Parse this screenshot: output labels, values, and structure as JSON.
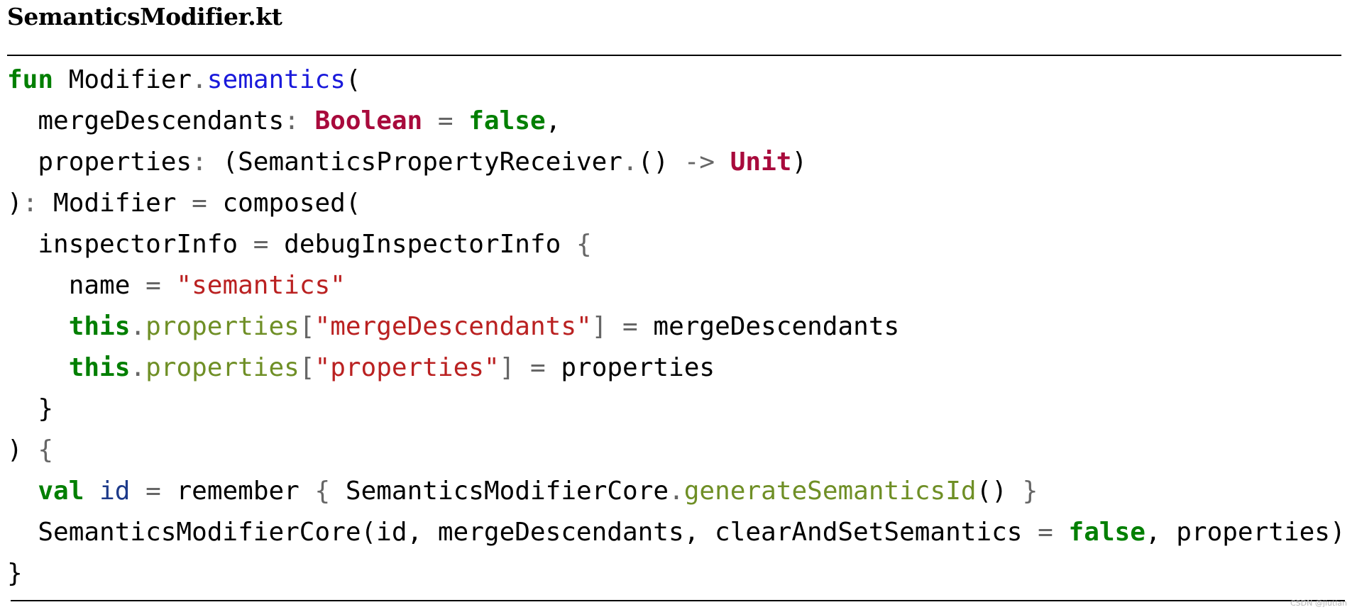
{
  "file": {
    "name": "SemanticsModifier.kt"
  },
  "code_lines": [
    [
      {
        "t": "fun",
        "s": "kw-green"
      },
      {
        "t": " Modifier",
        "s": ""
      },
      {
        "t": ".",
        "s": "op"
      },
      {
        "t": "semantics",
        "s": "fn-blue"
      },
      {
        "t": "(",
        "s": ""
      }
    ],
    [
      {
        "t": "  mergeDescendants",
        "s": ""
      },
      {
        "t": ": ",
        "s": "op"
      },
      {
        "t": "Boolean",
        "s": "kw-crimson"
      },
      {
        "t": " = ",
        "s": "op"
      },
      {
        "t": "false",
        "s": "kw-green"
      },
      {
        "t": ",",
        "s": ""
      }
    ],
    [
      {
        "t": "  properties",
        "s": ""
      },
      {
        "t": ": ",
        "s": "op"
      },
      {
        "t": "(SemanticsPropertyReceiver",
        "s": ""
      },
      {
        "t": ".",
        "s": "op"
      },
      {
        "t": "() ",
        "s": ""
      },
      {
        "t": "->",
        "s": "op"
      },
      {
        "t": " ",
        "s": ""
      },
      {
        "t": "Unit",
        "s": "kw-crimson"
      },
      {
        "t": ")",
        "s": ""
      }
    ],
    [
      {
        "t": ")",
        "s": ""
      },
      {
        "t": ": ",
        "s": "op"
      },
      {
        "t": "Modifier",
        "s": ""
      },
      {
        "t": " = ",
        "s": "op"
      },
      {
        "t": "composed(",
        "s": ""
      }
    ],
    [
      {
        "t": "  inspectorInfo",
        "s": ""
      },
      {
        "t": " = ",
        "s": "op"
      },
      {
        "t": "debugInspectorInfo ",
        "s": ""
      },
      {
        "t": "{",
        "s": "op"
      }
    ],
    [
      {
        "t": "    name",
        "s": ""
      },
      {
        "t": " = ",
        "s": "op"
      },
      {
        "t": "\"semantics\"",
        "s": "str-red"
      }
    ],
    [
      {
        "t": "    ",
        "s": ""
      },
      {
        "t": "this",
        "s": "kw-green"
      },
      {
        "t": ".",
        "s": "op"
      },
      {
        "t": "properties",
        "s": "olive"
      },
      {
        "t": "[",
        "s": "op"
      },
      {
        "t": "\"mergeDescendants\"",
        "s": "str-red"
      },
      {
        "t": "]",
        "s": "op"
      },
      {
        "t": " = ",
        "s": "op"
      },
      {
        "t": "mergeDescendants",
        "s": ""
      }
    ],
    [
      {
        "t": "    ",
        "s": ""
      },
      {
        "t": "this",
        "s": "kw-green"
      },
      {
        "t": ".",
        "s": "op"
      },
      {
        "t": "properties",
        "s": "olive"
      },
      {
        "t": "[",
        "s": "op"
      },
      {
        "t": "\"properties\"",
        "s": "str-red"
      },
      {
        "t": "]",
        "s": "op"
      },
      {
        "t": " = ",
        "s": "op"
      },
      {
        "t": "properties",
        "s": ""
      }
    ],
    [
      {
        "t": "  }",
        "s": ""
      }
    ],
    [
      {
        "t": ") ",
        "s": ""
      },
      {
        "t": "{",
        "s": "op"
      }
    ],
    [
      {
        "t": "  ",
        "s": ""
      },
      {
        "t": "val",
        "s": "kw-green"
      },
      {
        "t": " ",
        "s": ""
      },
      {
        "t": "id",
        "s": "id-navy"
      },
      {
        "t": " = ",
        "s": "op"
      },
      {
        "t": "remember ",
        "s": ""
      },
      {
        "t": "{",
        "s": "op"
      },
      {
        "t": " SemanticsModifierCore",
        "s": ""
      },
      {
        "t": ".",
        "s": "op"
      },
      {
        "t": "generateSemanticsId",
        "s": "olive"
      },
      {
        "t": "() ",
        "s": ""
      },
      {
        "t": "}",
        "s": "op"
      }
    ],
    [
      {
        "t": "  SemanticsModifierCore(id, mergeDescendants, clearAndSetSemantics",
        "s": ""
      },
      {
        "t": " = ",
        "s": "op"
      },
      {
        "t": "false",
        "s": "kw-green"
      },
      {
        "t": ", properties)",
        "s": ""
      }
    ],
    [
      {
        "t": "}",
        "s": ""
      }
    ]
  ],
  "watermark": "CSDN @jiutian"
}
